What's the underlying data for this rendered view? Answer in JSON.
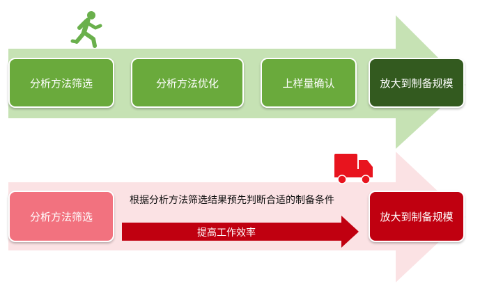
{
  "colors": {
    "green_arrow": "#c6e2b4",
    "green_step": "#6aaa3c",
    "green_final": "#335a1f",
    "red_arrow": "#fbe2e4",
    "red_step": "#f2727f",
    "red_final": "#c00010",
    "efficiency_arrow": "#c00010",
    "runner_icon": "#6ab04c",
    "truck_icon": "#e8141e"
  },
  "top_flow": {
    "icon": "running-person-icon",
    "steps": [
      {
        "label": "分析方法筛选"
      },
      {
        "label": "分析方法优化"
      },
      {
        "label": "上样量确认"
      },
      {
        "label": "放大到制备规模"
      }
    ]
  },
  "bottom_flow": {
    "icon": "truck-icon",
    "steps": [
      {
        "label": "分析方法筛选"
      },
      {
        "label": "放大到制备规模"
      }
    ],
    "caption": "根据分析方法筛选结果预先判断合适的制备条件",
    "efficiency_label": "提高工作效率"
  }
}
